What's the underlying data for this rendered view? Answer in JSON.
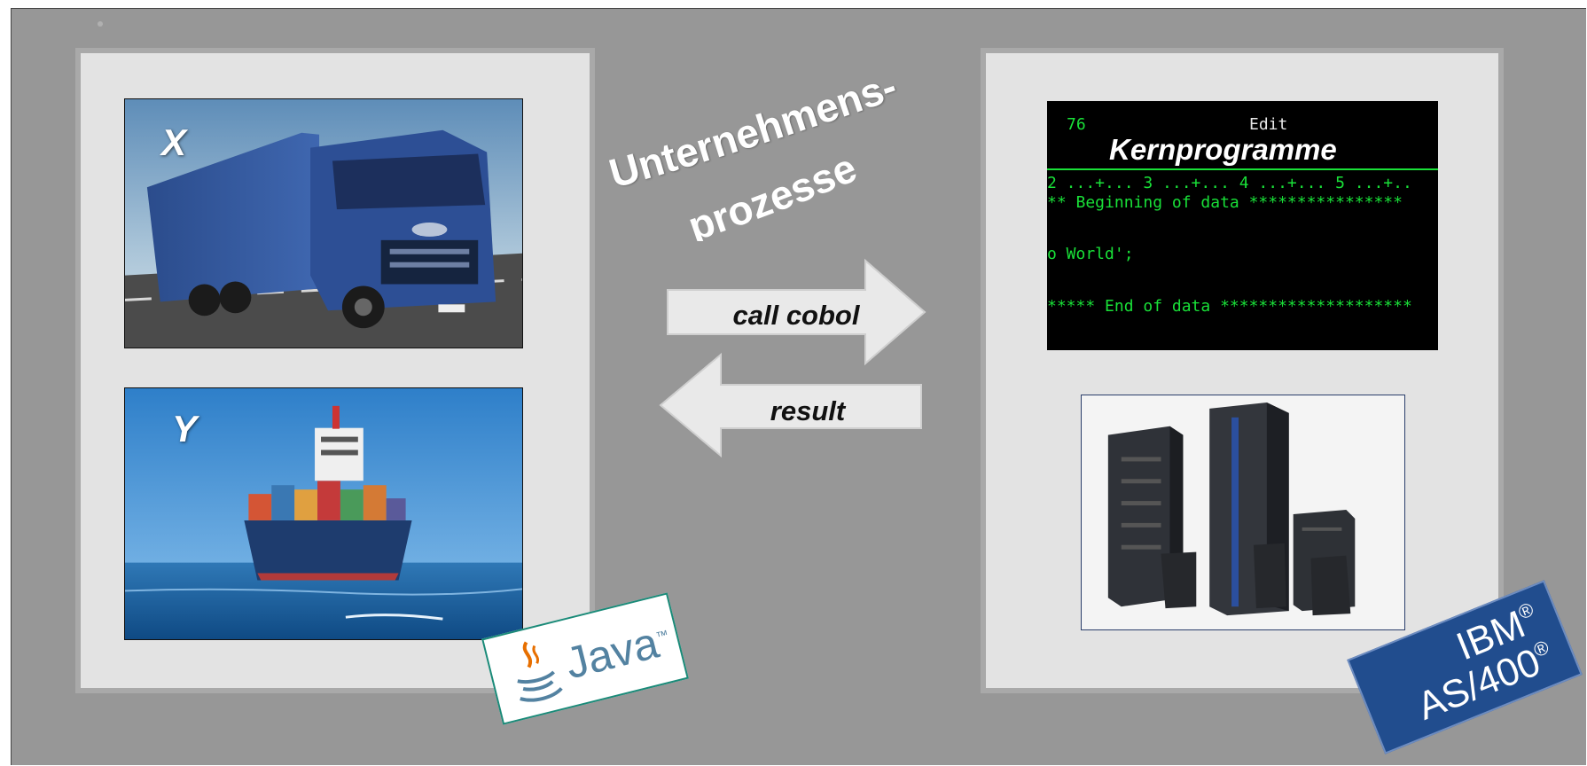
{
  "title": {
    "line1": "Unternehmens-",
    "line2": "prozesse"
  },
  "left_panel": {
    "photo_x": {
      "letter": "X",
      "subject": "truck"
    },
    "photo_y": {
      "letter": "Y",
      "subject": "cargo-ship"
    },
    "logo": {
      "text": "Java",
      "tm": "™"
    }
  },
  "arrows": {
    "call": "call cobol",
    "result": "result"
  },
  "right_panel": {
    "terminal": {
      "overlay_title": "Kernprogramme",
      "line_header_num": "76",
      "line_header_mode": "Edit",
      "ruler": "2 ...+... 3 ...+... 4 ...+... 5 ...+..",
      "begin": "** Beginning of data ****************",
      "code": "o World';",
      "end": "***** End of data ********************"
    },
    "server": {
      "subject": "IBM AS/400 server"
    },
    "logo": {
      "line1": "IBM",
      "line2": "AS/400",
      "reg": "®"
    }
  },
  "colors": {
    "slide_bg": "#979797",
    "panel_bg": "#e3e3e3",
    "panel_border": "#a9a9a9",
    "terminal_green": "#19e038",
    "ibm_blue": "#214d8e",
    "java_blue": "#5382a1",
    "java_orange": "#e76f00"
  }
}
